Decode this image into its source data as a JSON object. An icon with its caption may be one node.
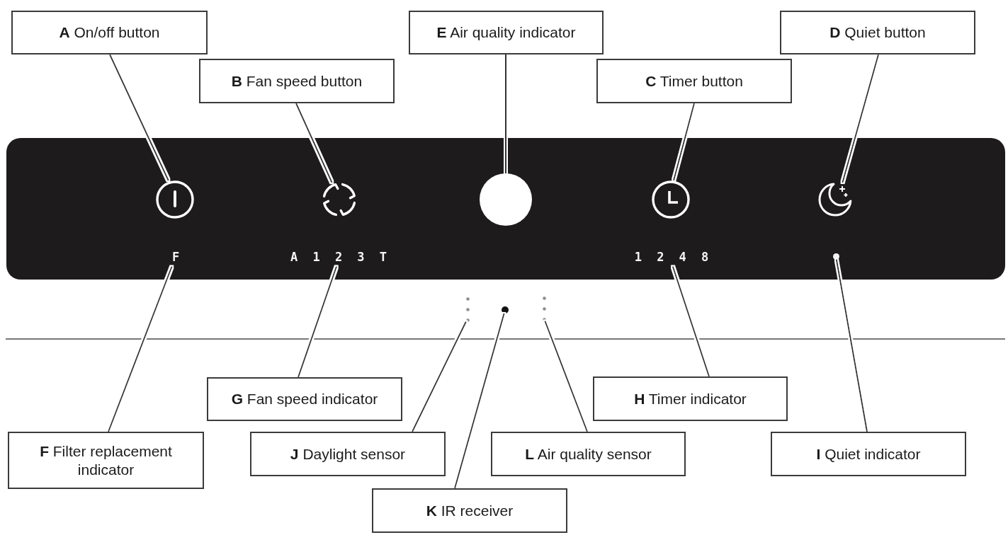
{
  "diagram": {
    "nodes": [
      {
        "text": [
          "**A** On/off button"
        ]
      },
      {
        "text": [
          "**E** Air quality indicator"
        ]
      },
      {
        "text": [
          "**D** Quiet button"
        ]
      },
      {
        "text": [
          "**B** Fan speed button"
        ]
      },
      {
        "text": [
          "**C** Timer button"
        ]
      },
      {
        "text": [],
        "shape": "box"
      },
      {
        "text": [],
        "shape": "picture",
        "in": 5
      },
      {
        "text": [],
        "shape": "picture",
        "in": 5
      },
      {
        "text": [],
        "shape": "circle",
        "in": 5
      },
      {
        "text": [],
        "shape": "picture",
        "in": 5
      },
      {
        "text": [],
        "shape": "picture",
        "in": 5
      },
      {
        "text": [
          "F"
        ],
        "in": 5
      },
      {
        "text": [
          "A 1 2 3 T"
        ],
        "in": 5
      },
      {
        "text": [
          "1 2 4 8"
        ],
        "in": 5
      },
      {
        "text": [],
        "shape": "circle",
        "in": 5
      },
      {
        "text": [],
        "shape": "picture"
      },
      {
        "text": [],
        "shape": "circle"
      },
      {
        "text": [],
        "shape": "picture"
      },
      {
        "text": [
          "**G** Fan speed indicator"
        ]
      },
      {
        "text": [
          "**H** Timer indicator"
        ]
      },
      {
        "text": [
          "**F** Filter replacement indicator"
        ]
      },
      {
        "text": [
          "**J** Daylight sensor"
        ]
      },
      {
        "text": [
          "**L** Air quality sensor"
        ]
      },
      {
        "text": [
          "**I** Quiet indicator"
        ]
      },
      {
        "text": [
          "**K** IR receiver"
        ]
      }
    ],
    "edges": [
      {
        "from": 0,
        "to": 6,
        "arrow": "none"
      },
      {
        "from": 3,
        "to": 7,
        "arrow": "none"
      },
      {
        "from": 1,
        "to": 8,
        "arrow": "none"
      },
      {
        "from": 4,
        "to": 9,
        "arrow": "none"
      },
      {
        "from": 2,
        "to": 10,
        "arrow": "none"
      },
      {
        "from": 20,
        "to": 11,
        "arrow": "none"
      },
      {
        "from": 18,
        "to": 12,
        "arrow": "none"
      },
      {
        "from": 19,
        "to": 13,
        "arrow": "none"
      },
      {
        "from": 23,
        "to": 14,
        "arrow": "none"
      },
      {
        "from": 21,
        "to": 15,
        "arrow": "none"
      },
      {
        "from": 24,
        "to": 16,
        "arrow": "none"
      },
      {
        "from": 22,
        "to": 17,
        "arrow": "none"
      }
    ]
  }
}
